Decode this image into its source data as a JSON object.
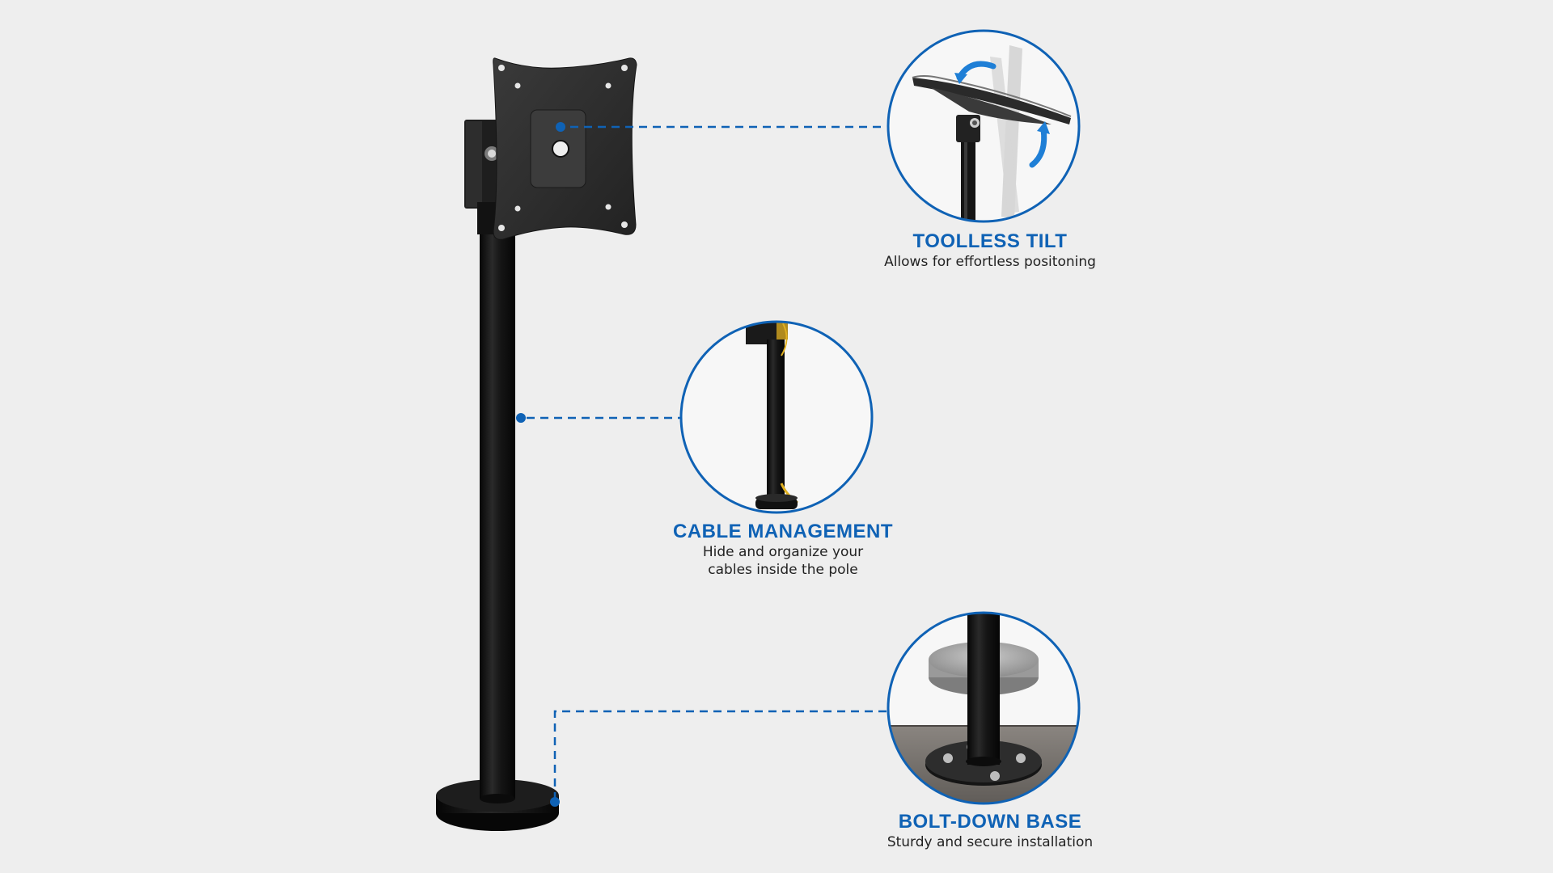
{
  "colors": {
    "background": "#eeeeee",
    "accent": "#0f62b5",
    "pole": "#141414",
    "plate": "#2e2e2e"
  },
  "features": {
    "tilt": {
      "title": "TOOLLESS TILT",
      "description": "Allows for effortless positoning",
      "icon": "monitor-tilt-closeup-icon"
    },
    "cable": {
      "title": "CABLE MANAGEMENT",
      "description_lines": [
        "Hide and organize your",
        "cables inside the pole"
      ],
      "icon": "cable-pole-closeup-icon"
    },
    "base": {
      "title": "BOLT-DOWN BASE",
      "description": "Sturdy and secure installation",
      "icon": "bolt-down-base-closeup-icon"
    }
  }
}
